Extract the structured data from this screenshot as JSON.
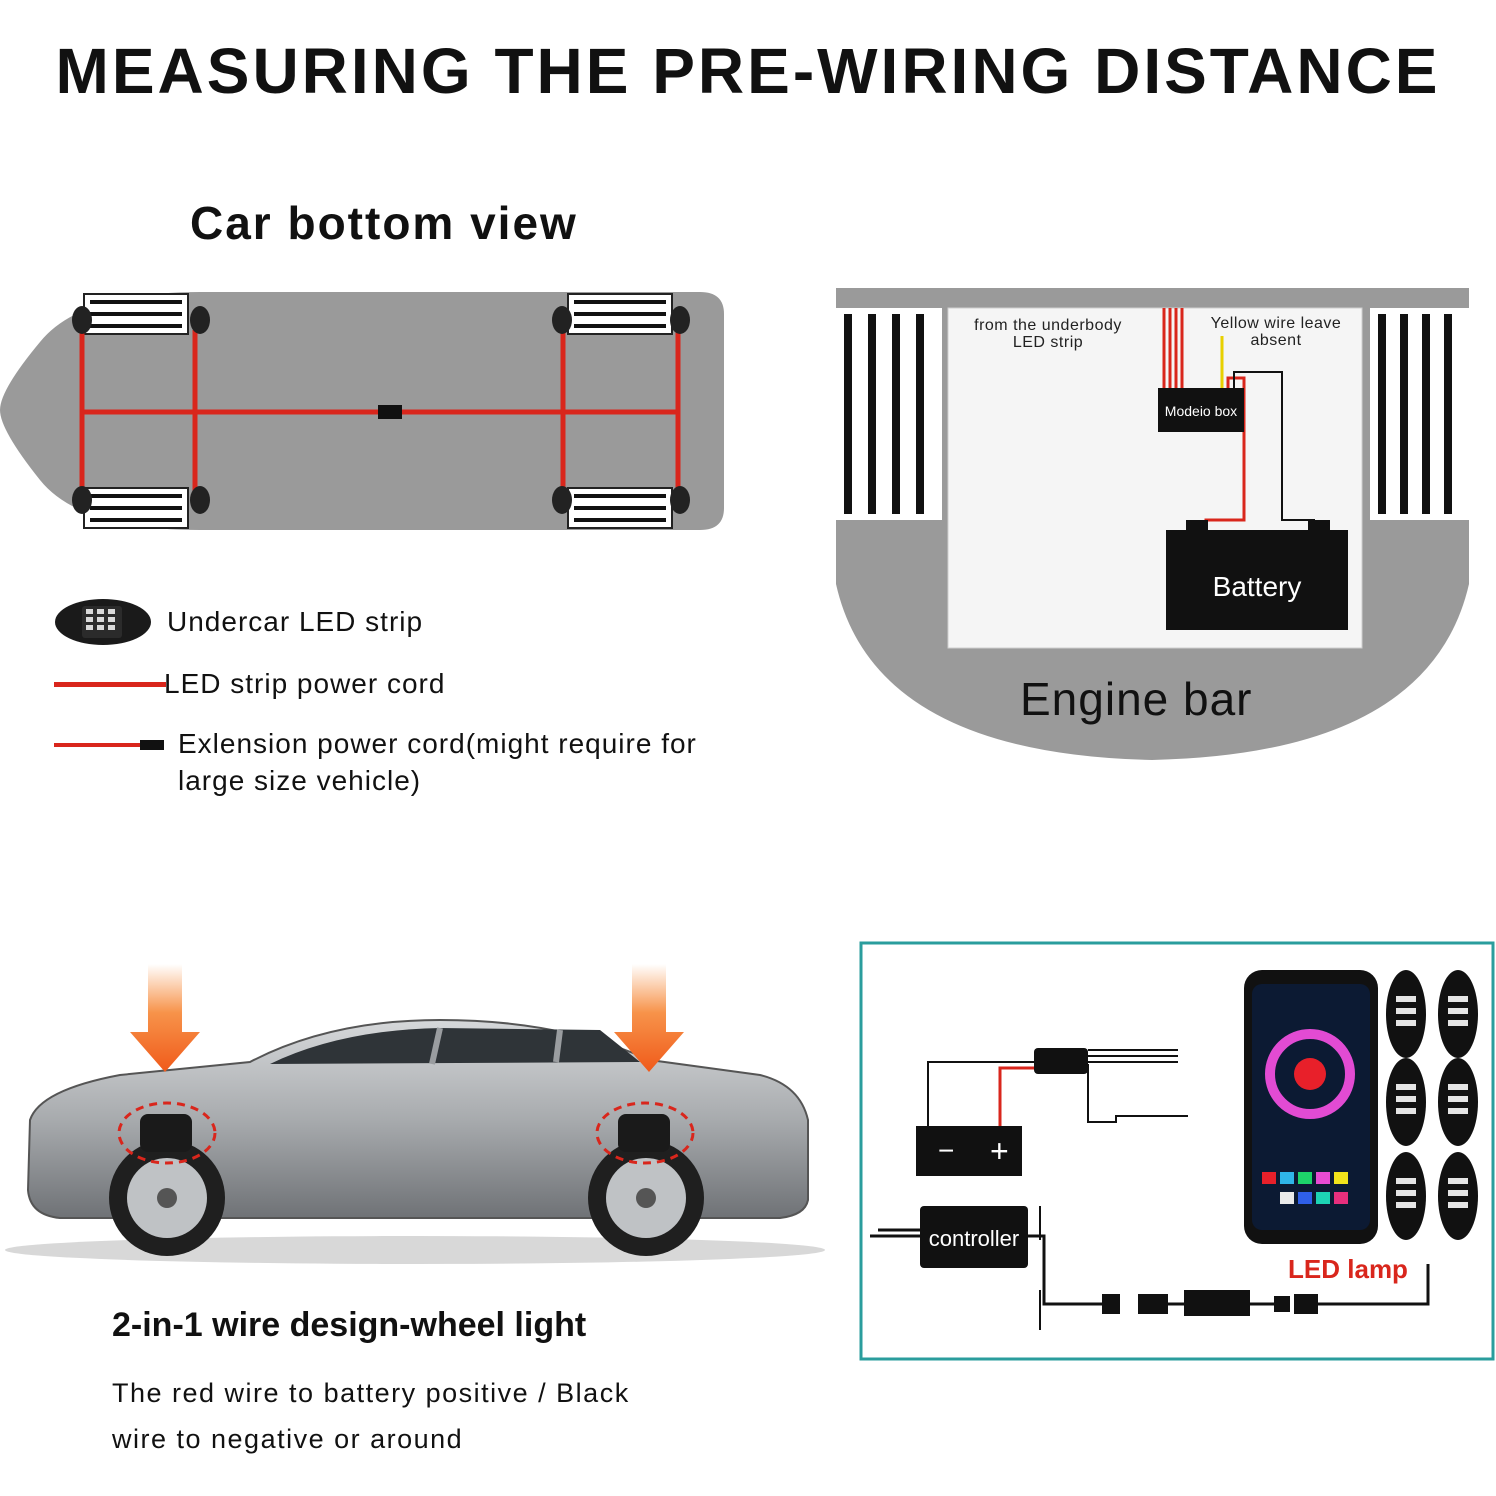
{
  "title": "MEASURING THE PRE-WIRING DISTANCE",
  "car_bottom_view": {
    "title": "Car bottom view"
  },
  "legend": {
    "led_strip": "Undercar LED strip",
    "power_cord": "LED strip power cord",
    "extension_line1": "Exlension power cord(might require for",
    "extension_line2": "large size vehicle)"
  },
  "engine_bay": {
    "label": "Engine bar",
    "underbody_line1": "from the underbody",
    "underbody_line2": "LED strip",
    "yellow_line1": "Yellow wire leave",
    "yellow_line2": "absent",
    "module_box": "Modeio box",
    "battery": "Battery"
  },
  "wheel_light": {
    "title": "2-in-1 wire design-wheel light",
    "desc_line1": "The red wire to battery positive / Black",
    "desc_line2": "wire to negative or around"
  },
  "wiring_panel": {
    "minus": "−",
    "plus": "+",
    "controller": "controller",
    "led_lamp": "LED lamp"
  },
  "colors": {
    "wire_red": "#d9261c",
    "arrow_orange": "#f05a1a",
    "panel_border": "#2a9d9d",
    "gray_body": "#9a9a9a"
  }
}
